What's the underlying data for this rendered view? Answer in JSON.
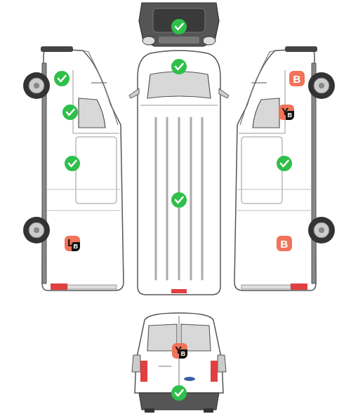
{
  "diagram": {
    "nodes": [
      {
        "text": [
          "B"
        ]
      },
      {
        "text": [
          "Y",
          "B"
        ]
      },
      {
        "text": [
          "L",
          "B"
        ]
      },
      {
        "text": [
          "B"
        ]
      },
      {
        "text": [
          "Y",
          "B"
        ]
      }
    ]
  }
}
